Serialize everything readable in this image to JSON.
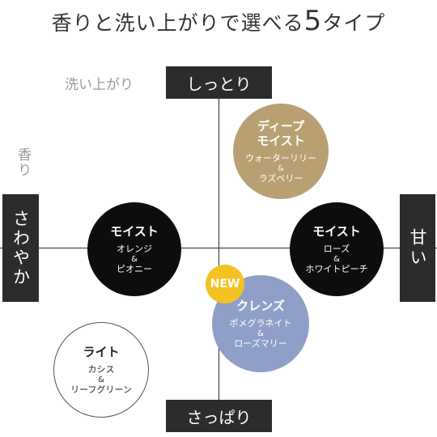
{
  "title": {
    "main": "香りと洗い上がりで選べる",
    "number": "5",
    "suffix": "タイプ"
  },
  "axes": {
    "top": "しっとり",
    "bottom": "さっぱり",
    "left": "さわやか",
    "right": "甘い",
    "vertical_caption": "洗い上がり",
    "horizontal_caption": "香り"
  },
  "types": [
    {
      "name_line1": "ディープ",
      "name_line2": "モイスト",
      "scent1": "ウォーターリリー",
      "amp": "&",
      "scent2": "ラズベリー",
      "color": "#b9a073"
    },
    {
      "name": "モイスト",
      "scent1": "オレンジ",
      "amp": "&",
      "scent2": "ピオニー",
      "color": "#0d0d0d"
    },
    {
      "name": "モイスト",
      "scent1": "ローズ",
      "amp": "&",
      "scent2": "ホワイトピーチ",
      "color": "#0d0d0d"
    },
    {
      "name": "クレンズ",
      "scent1": "ポメグラネイト",
      "amp": "&",
      "scent2": "ローズマリー",
      "color": "#8f9fc7"
    },
    {
      "name": "ライト",
      "scent1": "カシス",
      "amp": "&",
      "scent2": "リーフグリーン",
      "color": "#ffffff"
    }
  ],
  "badge": {
    "label": "NEW",
    "color": "#f2c322"
  }
}
